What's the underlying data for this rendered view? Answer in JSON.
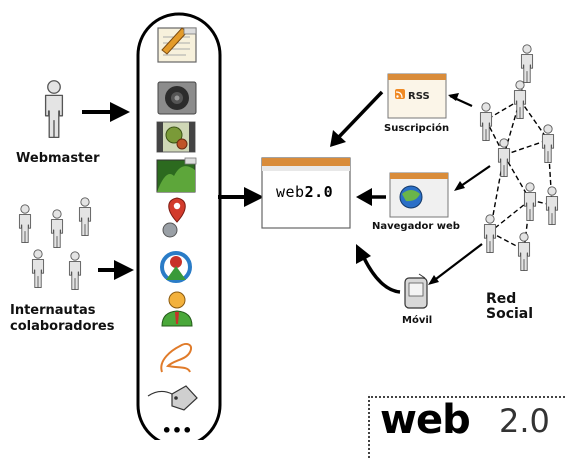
{
  "labels": {
    "webmaster": "Webmaster",
    "internautas_line1": "Internautas",
    "internautas_line2": "colaboradores",
    "suscripcion": "Suscripción",
    "navegador": "Navegador web",
    "movil": "Móvil",
    "red_social": "Red Social"
  },
  "screen_text": {
    "web": "web",
    "version": "2.0",
    "rss": "RSS"
  },
  "logo": {
    "word": "web",
    "version": "2.0"
  },
  "app_icons": [
    "notepad-icon",
    "speaker-icon",
    "video-film-icon",
    "photo-icon",
    "map-pin-icon",
    "wikimedia-icon",
    "user-avatar-icon",
    "blogger-pen-icon",
    "tag-icon",
    "more-dots-icon"
  ],
  "more_dots": "•••"
}
